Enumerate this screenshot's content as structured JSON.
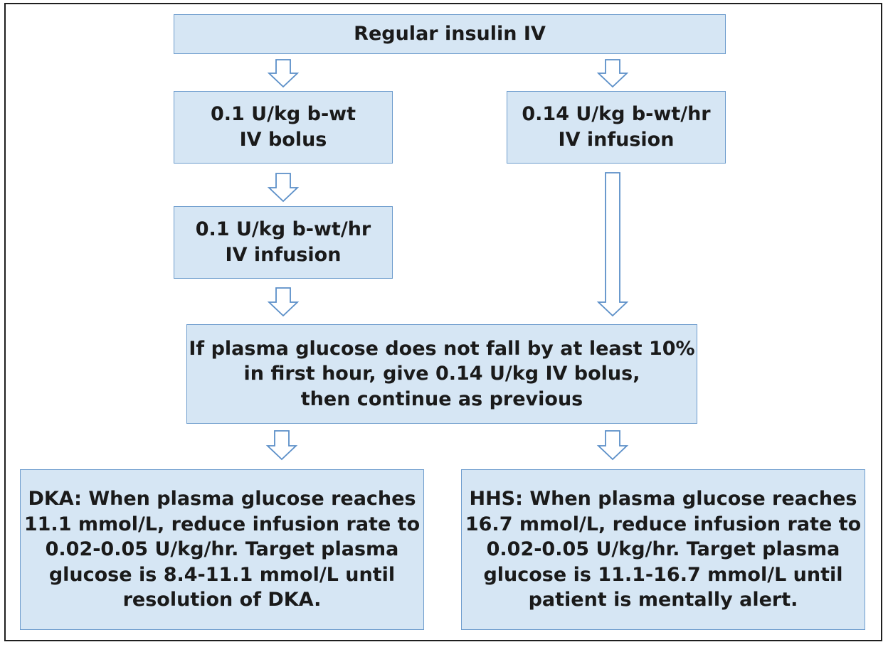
{
  "diagram": {
    "nodes": [
      {
        "id": "regular-insulin",
        "lines": [
          "Regular insulin IV"
        ]
      },
      {
        "id": "bolus-0-1",
        "lines": [
          "0.1 U/kg b-wt",
          "IV bolus"
        ]
      },
      {
        "id": "infusion-0-14",
        "lines": [
          "0.14 U/kg b-wt/hr",
          "IV infusion"
        ]
      },
      {
        "id": "infusion-0-1",
        "lines": [
          "0.1 U/kg b-wt/hr",
          "IV infusion"
        ]
      },
      {
        "id": "glucose-check",
        "lines": [
          "If plasma glucose does not fall by at least 10%",
          "in first hour, give 0.14 U/kg IV bolus,",
          "then continue as previous"
        ]
      },
      {
        "id": "dka",
        "lines": [
          "DKA: When plasma glucose reaches",
          "11.1 mmol/L, reduce infusion rate to",
          "0.02-0.05 U/kg/hr. Target plasma",
          "glucose is 8.4-11.1 mmol/L until",
          "resolution of DKA."
        ]
      },
      {
        "id": "hhs",
        "lines": [
          "HHS: When plasma glucose reaches",
          "16.7 mmol/L, reduce infusion rate to",
          "0.02-0.05 U/kg/hr. Target plasma",
          "glucose is 11.1-16.7 mmol/L until",
          "patient is mentally alert."
        ]
      }
    ],
    "edges": [
      {
        "from": "regular-insulin",
        "to": "bolus-0-1"
      },
      {
        "from": "regular-insulin",
        "to": "infusion-0-14"
      },
      {
        "from": "bolus-0-1",
        "to": "infusion-0-1"
      },
      {
        "from": "infusion-0-1",
        "to": "glucose-check"
      },
      {
        "from": "infusion-0-14",
        "to": "glucose-check"
      },
      {
        "from": "glucose-check",
        "to": "dka"
      },
      {
        "from": "glucose-check",
        "to": "hhs"
      }
    ],
    "colors": {
      "box_fill": "#d6e6f4",
      "box_border": "#6d9ccd",
      "arrow_stroke": "#5b8fc8",
      "text": "#1a1a1a",
      "frame": "#1f1f1f"
    }
  }
}
